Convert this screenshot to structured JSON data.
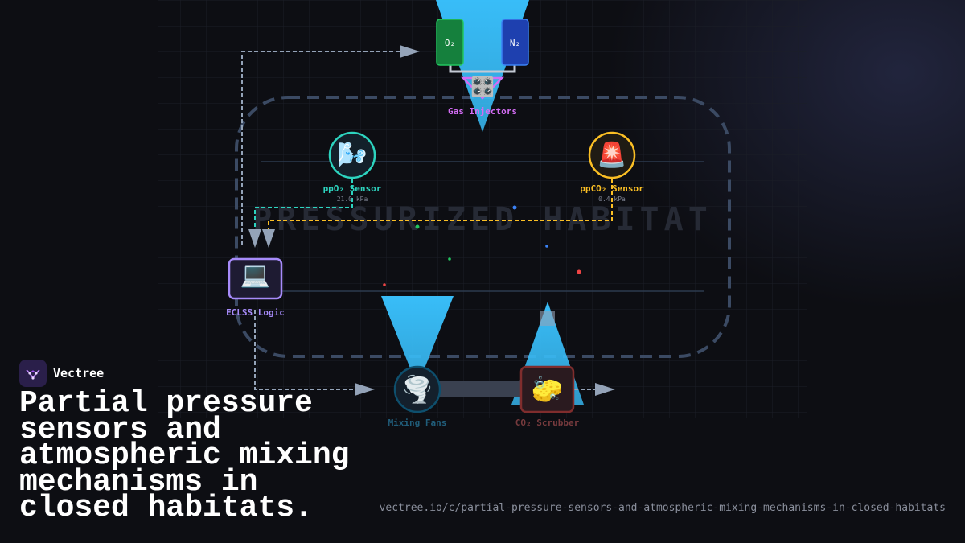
{
  "brand": {
    "name": "Vectree"
  },
  "headline": "Partial pressure sensors and atmospheric mixing mechanisms in closed habitats.",
  "url": "vectree.io/c/partial-pressure-sensors-and-atmospheric-mixing-mechanisms-in-closed-habitats",
  "diagram": {
    "watermark": "PRESSURIZED HABITAT",
    "tanks": {
      "o2": "O₂",
      "n2": "N₂"
    },
    "nodes": {
      "injectors": {
        "label": "Gas Injectors",
        "icon": "🎛️",
        "color": "#d36cf4"
      },
      "ppo2": {
        "label": "ppO₂ Sensor",
        "value": "21.0 kPa",
        "icon": "🌬️",
        "color": "#2dd4bf"
      },
      "ppco2": {
        "label": "ppCO₂ Sensor",
        "value": "0.4 kPa",
        "icon": "🚨",
        "color": "#fbbf24"
      },
      "eclss": {
        "label": "ECLSS Logic",
        "icon": "💻",
        "color": "#a78bfa"
      },
      "fans": {
        "label": "Mixing Fans",
        "icon": "🌪️",
        "color": "#38bdf8"
      },
      "scrubber": {
        "label": "CO₂ Scrubber",
        "icon": "🧽",
        "color": "#f87171"
      }
    },
    "colors": {
      "flow": "#38bdf8",
      "habitat_border": "#3b4a63",
      "control_line": "#94a3b8"
    }
  }
}
